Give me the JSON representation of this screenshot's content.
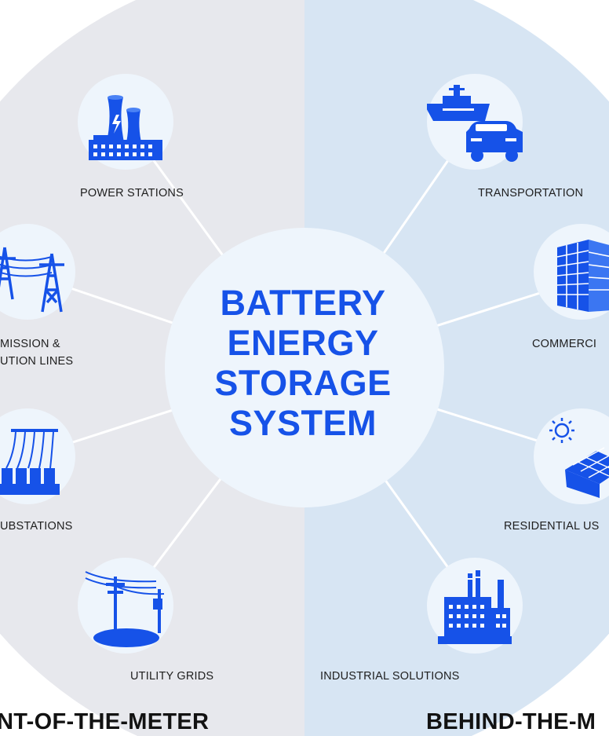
{
  "diagram": {
    "center_title_lines": [
      "BATTERY",
      "ENERGY",
      "STORAGE",
      "SYSTEM"
    ],
    "left_category": "NT-OF-THE-METER",
    "right_category": "BEHIND-THE-M",
    "left_nodes": [
      {
        "label": "POWER STATIONS",
        "icon": "power-station-icon"
      },
      {
        "label_line1": "MISSION &",
        "label_line2": "UTION LINES",
        "icon": "transmission-tower-icon"
      },
      {
        "label": "UBSTATIONS",
        "icon": "substation-icon"
      },
      {
        "label": "UTILITY GRIDS",
        "icon": "utility-pole-icon"
      }
    ],
    "right_nodes": [
      {
        "label": "TRANSPORTATION",
        "icon": "ship-and-car-icon"
      },
      {
        "label": "COMMERCI",
        "icon": "office-building-icon"
      },
      {
        "label": "RESIDENTIAL US",
        "icon": "solar-house-icon"
      },
      {
        "label": "INDUSTRIAL SOLUTIONS",
        "icon": "factory-icon"
      }
    ]
  },
  "colors": {
    "left_half": "#e7e8ed",
    "right_half": "#d7e5f3",
    "node_fill": "#eef5fc",
    "accent_blue": "#1652e8",
    "connector": "#ffffff"
  }
}
